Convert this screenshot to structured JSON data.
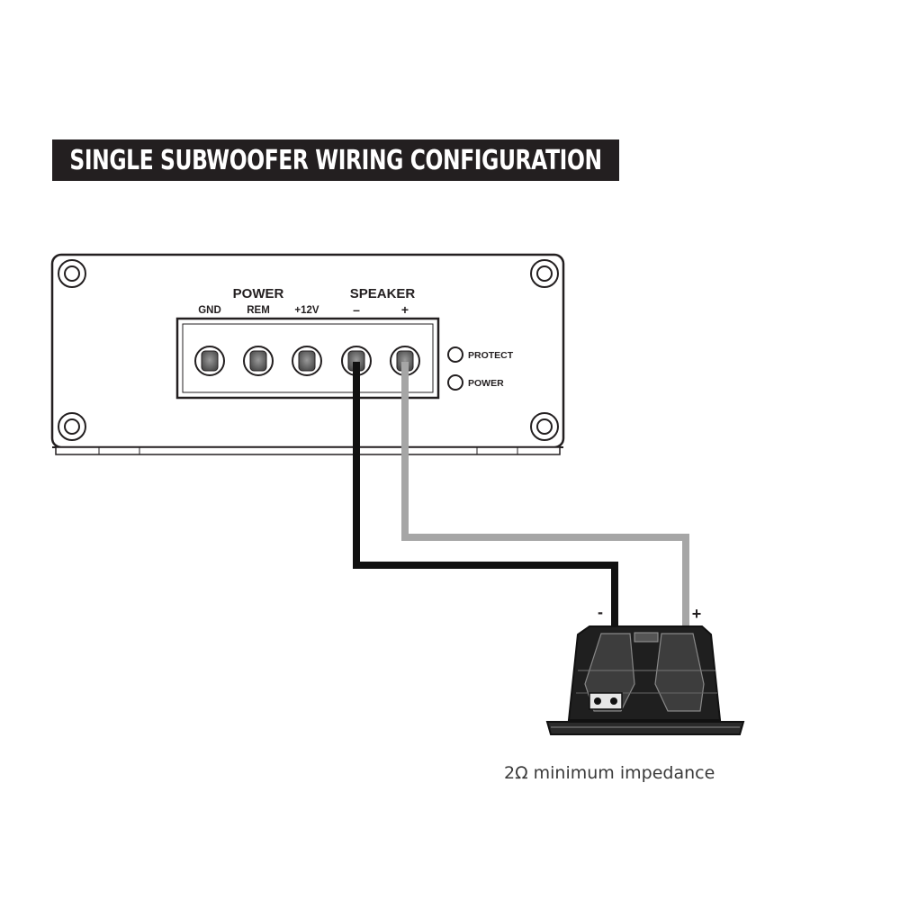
{
  "title": "SINGLE SUBWOOFER WIRING CONFIGURATION",
  "amplifier": {
    "groups": {
      "power": "POWER",
      "speaker": "SPEAKER"
    },
    "terminals": [
      "GND",
      "REM",
      "+12V",
      "–",
      "+"
    ],
    "leds": [
      "PROTECT",
      "POWER"
    ]
  },
  "subwoofer": {
    "minus_label": "-",
    "plus_label": "+"
  },
  "caption": "2Ω minimum impedance",
  "colors": {
    "title_bg": "#231f20",
    "outline": "#231f20",
    "negative_wire": "#111111",
    "positive_wire": "#a6a6a6"
  }
}
